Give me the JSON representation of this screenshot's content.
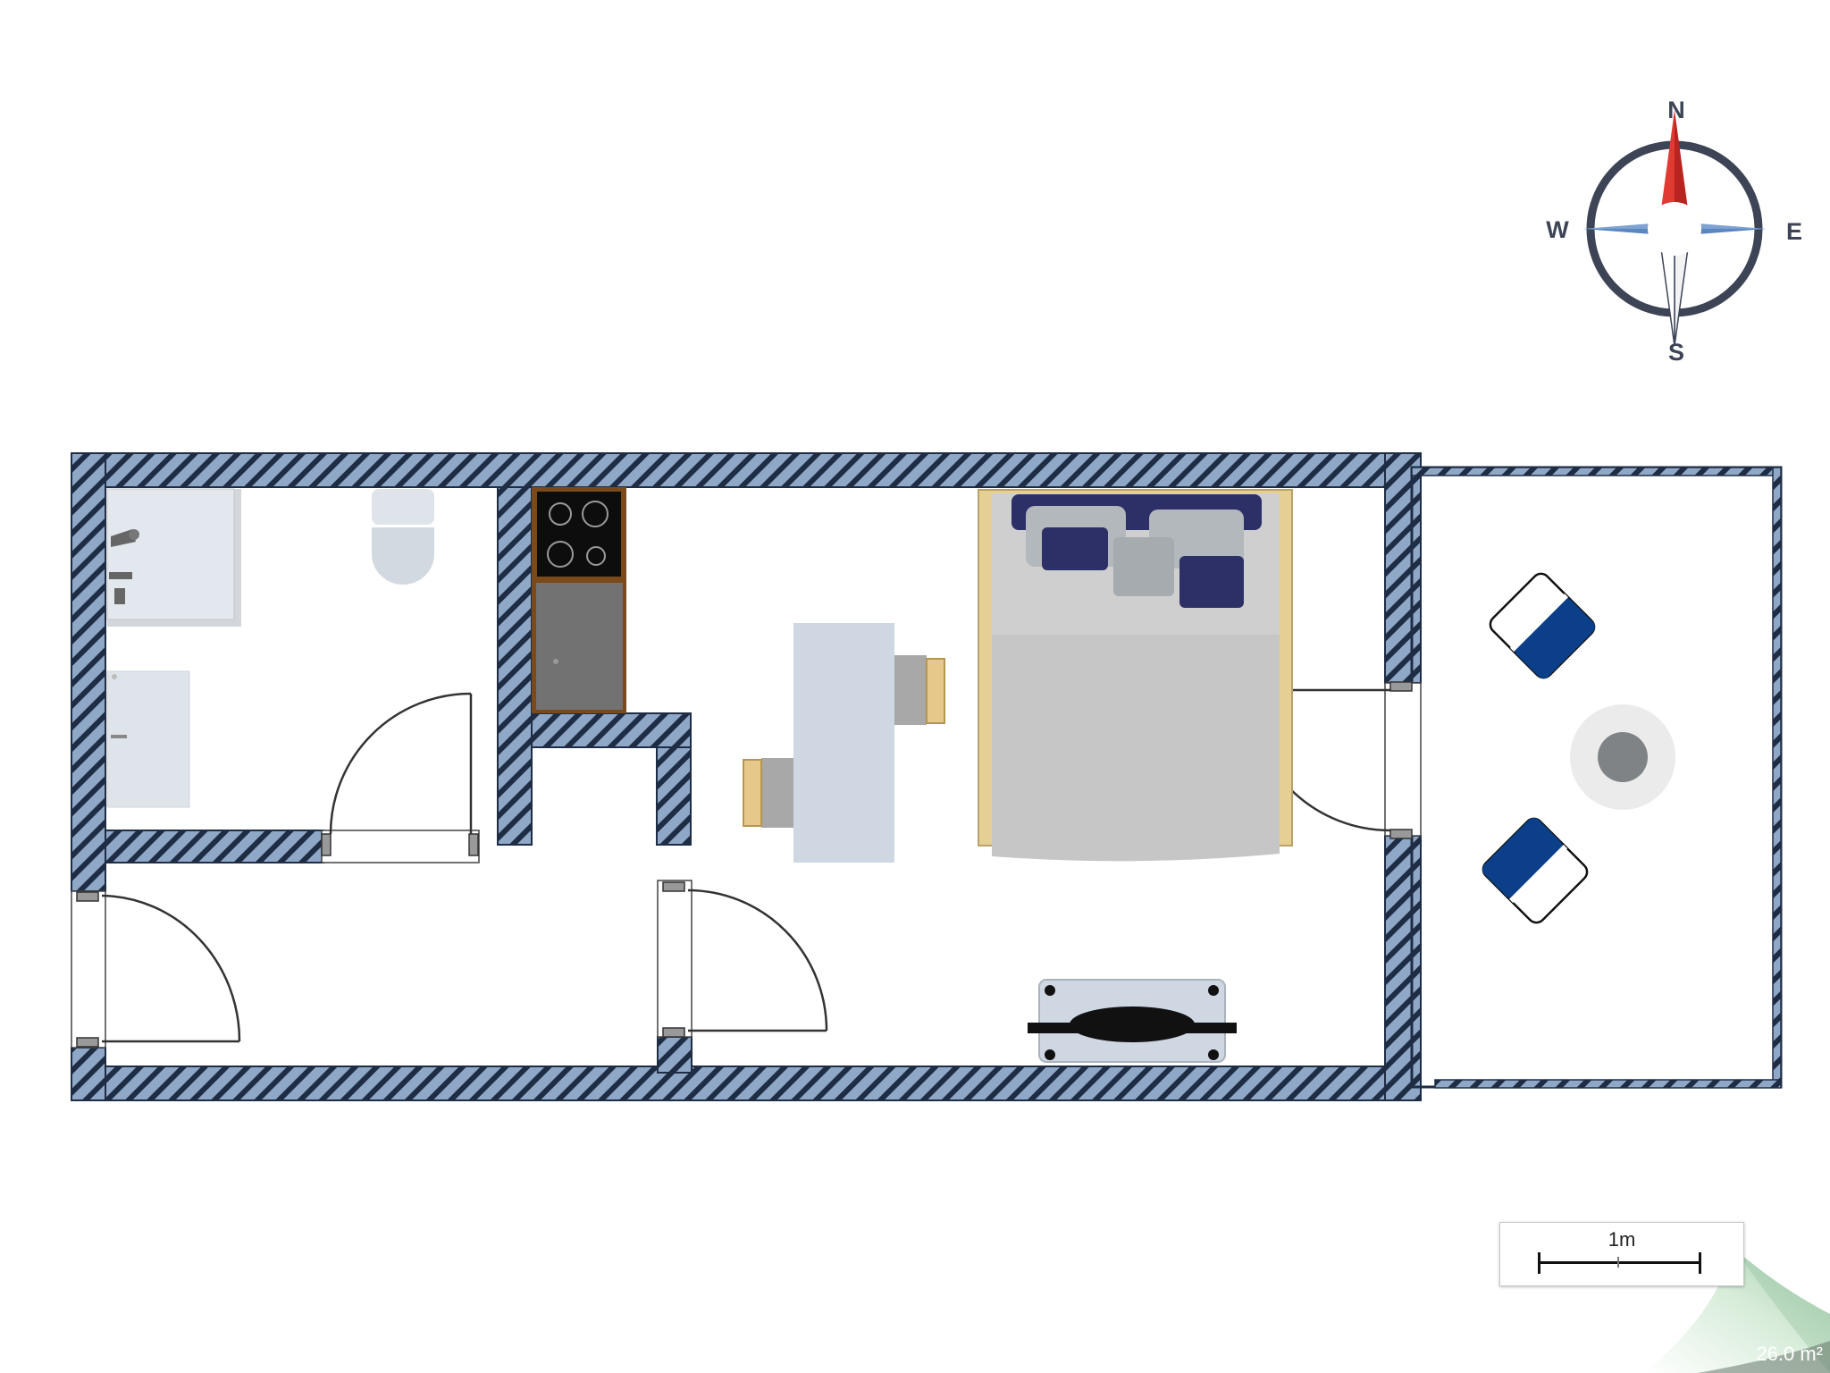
{
  "compass": {
    "north": "N",
    "south": "S",
    "east": "E",
    "west": "W"
  },
  "scale": {
    "label": "1m"
  },
  "area": {
    "label": "26.0 m²"
  },
  "colors": {
    "wall_fill": "#8fa8c8",
    "wall_hatch": "#1f2d44",
    "compass_ring": "#3d4456",
    "compass_north": "#d9302a",
    "compass_star": "#5a87c0",
    "bed_linen": "#cfcfcf",
    "pillow_navy": "#2d3066",
    "lounger_blue": "#0b3f8a",
    "table_top": "#cfd7e2",
    "kitchen_wood": "#7a4a1a",
    "page_curl": "#bfe0c8"
  },
  "icons": [
    "compass-rose-icon",
    "cooktop-icon",
    "toilet-icon",
    "shower-icon",
    "bed-icon",
    "sun-lounger-icon",
    "side-table-icon",
    "dining-chair-icon",
    "tv-bench-icon",
    "door-icon"
  ]
}
